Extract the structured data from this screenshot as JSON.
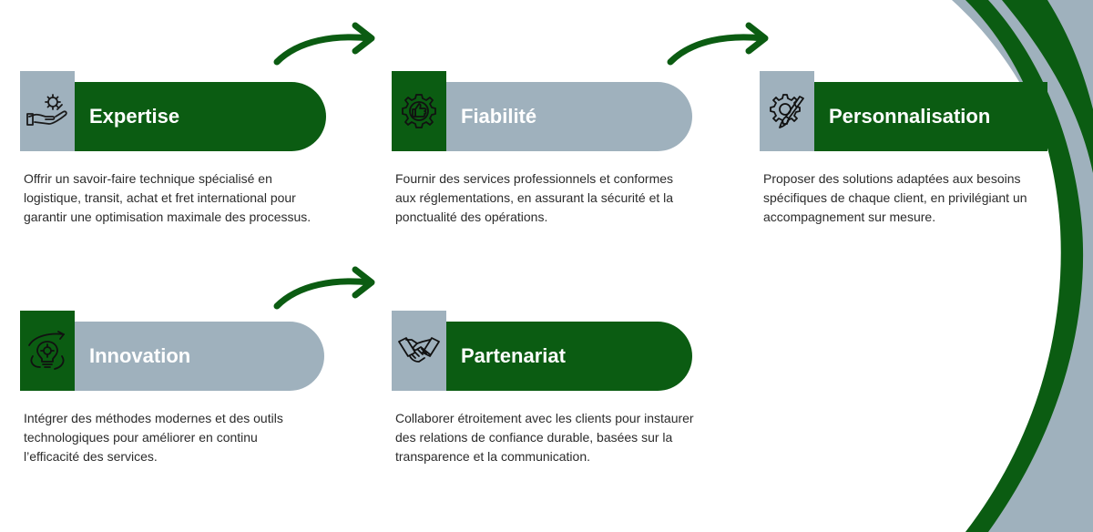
{
  "cards": [
    {
      "title": "Expertise",
      "description": "Offrir un savoir-faire technique spécialisé en logistique, transit, achat et fret international pour garantir une optimisation maximale des processus.",
      "icon": "hand-gear-icon"
    },
    {
      "title": "Fiabilité",
      "description": "Fournir des services professionnels et conformes aux réglementations, en assurant la sécurité et la ponctualité des opérations.",
      "icon": "gear-thumbs-up-icon"
    },
    {
      "title": "Personnalisation",
      "description": "Proposer des solutions adaptées aux besoins spécifiques de chaque client, en privilégiant un accompagnement sur mesure.",
      "icon": "gear-brush-icon"
    },
    {
      "title": "Innovation",
      "description": "Intégrer des méthodes modernes et des outils technologiques pour améliorer en continu l’efficacité des services.",
      "icon": "lightbulb-growth-icon"
    },
    {
      "title": "Partenariat",
      "description": "Collaborer étroitement avec les clients pour instaurer des relations de confiance durable, basées sur la transparence et la communication.",
      "icon": "handshake-icon"
    }
  ],
  "colors": {
    "green": "#0b5c12",
    "grey": "#9fb1bd",
    "text": "#2b2b2b"
  }
}
